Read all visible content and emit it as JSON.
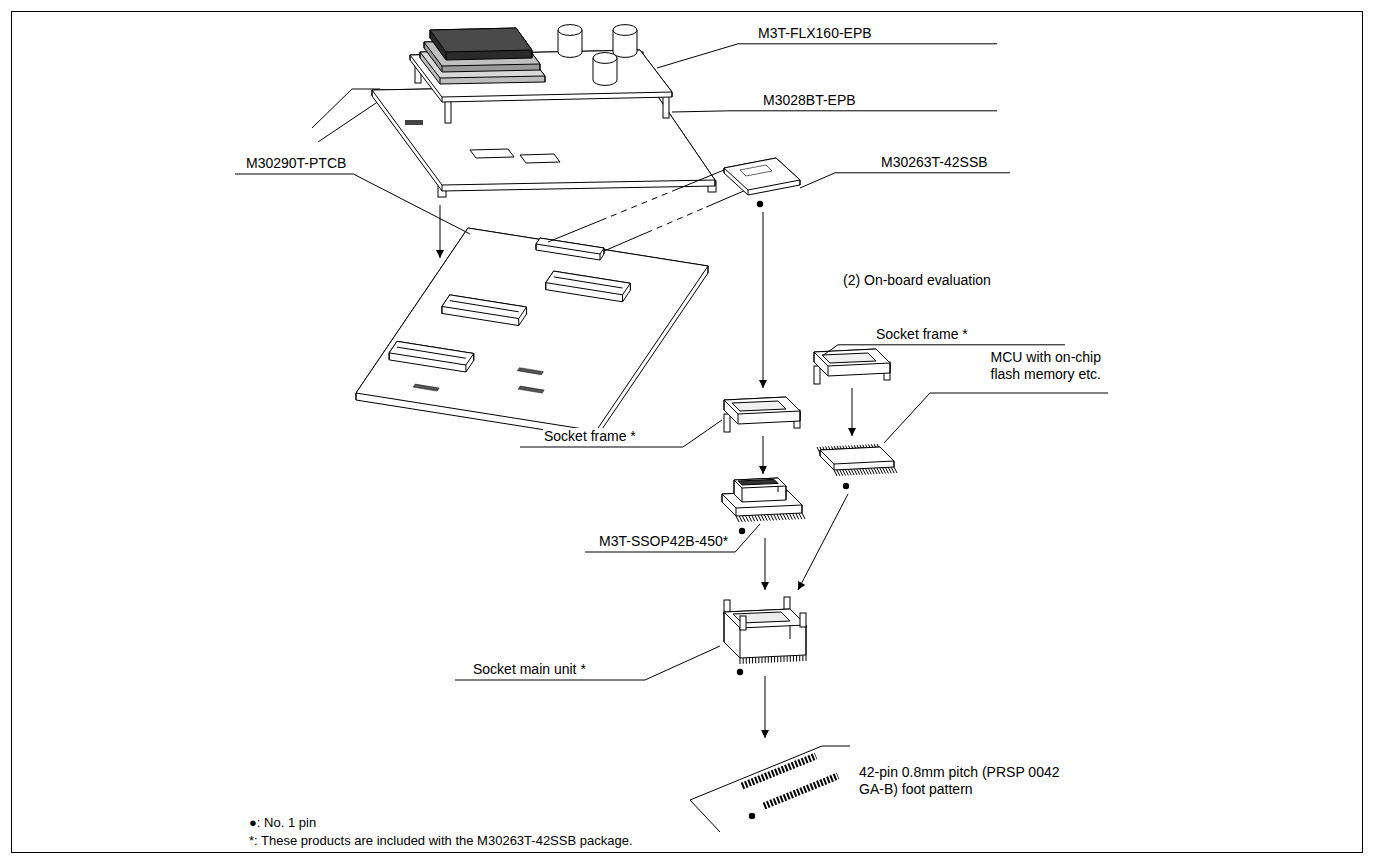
{
  "diagram": {
    "labels": [
      "M3T-FLX160-EPB",
      "M3028BT-EPB",
      "M30263T-42SSB",
      "M30290T-PTCB",
      "(2) On-board evaluation",
      "Socket frame *",
      "MCU with on-chip flash memory etc.",
      "Socket frame *",
      "M3T-SSOP42B-450*",
      "Socket main unit *",
      "42-pin 0.8mm pitch (PRSP 0042 GA-B) foot pattern",
      "●: No. 1 pin",
      "*: These products are included with the M30263T-42SSB package."
    ]
  }
}
